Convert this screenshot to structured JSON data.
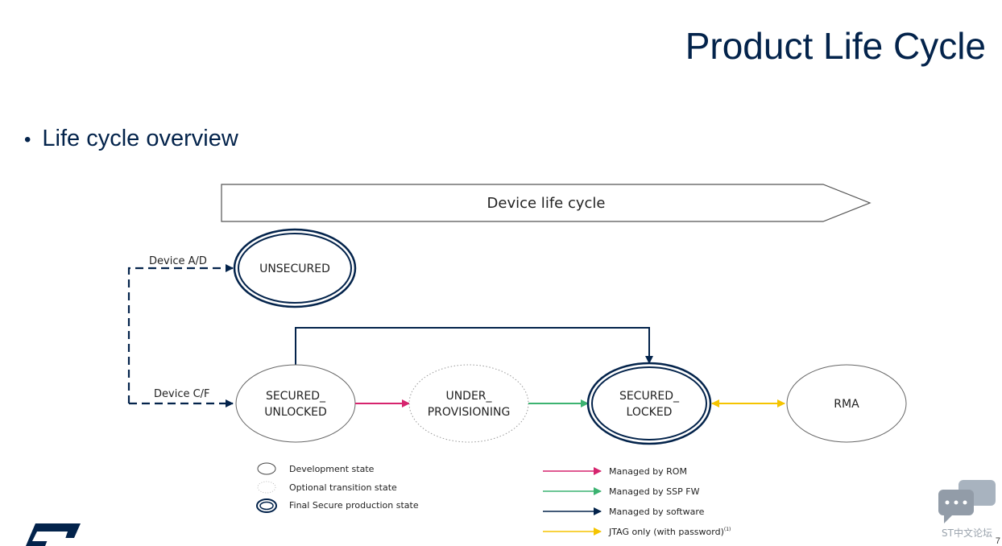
{
  "title": "Product Life Cycle",
  "bullet": "Life cycle overview",
  "diagram": {
    "banner": "Device life cycle",
    "states": {
      "unsecured": "UNSECURED",
      "secured_unlocked_l1": "SECURED_",
      "secured_unlocked_l2": "UNLOCKED",
      "under_prov_l1": "UNDER_",
      "under_prov_l2": "PROVISIONING",
      "secured_locked_l1": "SECURED_",
      "secured_locked_l2": "LOCKED",
      "rma": "RMA"
    },
    "paths": {
      "device_ad": "Device A/D",
      "device_cf": "Device C/F"
    },
    "legend_states": [
      "Development state",
      "Optional transition state",
      "Final Secure production state"
    ],
    "legend_arrows": [
      {
        "label": "Managed by ROM",
        "color": "#d6246e"
      },
      {
        "label": "Managed by SSP FW",
        "color": "#3cb371"
      },
      {
        "label": "Managed by software",
        "color": "#03234b"
      },
      {
        "label": "JTAG only (with password)",
        "sup": "(1)",
        "color": "#f5c400"
      }
    ]
  },
  "footer": {
    "logo": "ST",
    "page": "7",
    "forum": "ST中文论坛"
  }
}
